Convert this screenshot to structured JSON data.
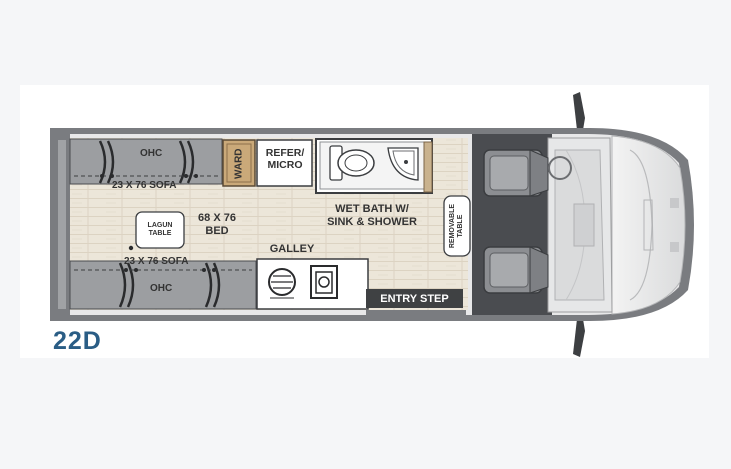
{
  "model": "22D",
  "labels": {
    "ohc_top": "OHC",
    "sofa_top": "23 X 76 SOFA",
    "ward": "WARD",
    "refer": "REFER/\nMICRO",
    "lagun_table": "LAGUN\nTABLE",
    "bed": "68 X 76\nBED",
    "wet_bath": "WET BATH W/\nSINK & SHOWER",
    "removable_table": "REMOVABLE\nTABLE",
    "galley": "GALLEY",
    "sofa_bottom": "23 X 76 SOFA",
    "ohc_bottom": "OHC",
    "entry_step": "ENTRY STEP"
  },
  "colors": {
    "wall": "#6d6f73",
    "floor": "#ebe5d8",
    "floor_grain": "#d9d0bf",
    "cab": "#4a4c50",
    "sofa": "#999b9e",
    "ward_wood": "#c9a978",
    "model_blue": "#2a5d85"
  }
}
